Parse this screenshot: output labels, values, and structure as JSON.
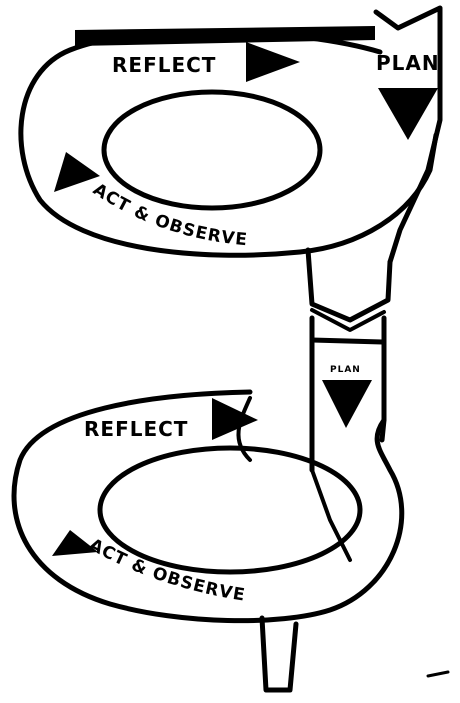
{
  "cycle_upper": {
    "reflect": "REFLECT",
    "plan": "PLAN",
    "act_observe": "ACT & OBSERVE"
  },
  "cycle_lower": {
    "reflect": "REFLECT",
    "plan": "PLAN",
    "act_observe": "ACT & OBSERVE"
  }
}
